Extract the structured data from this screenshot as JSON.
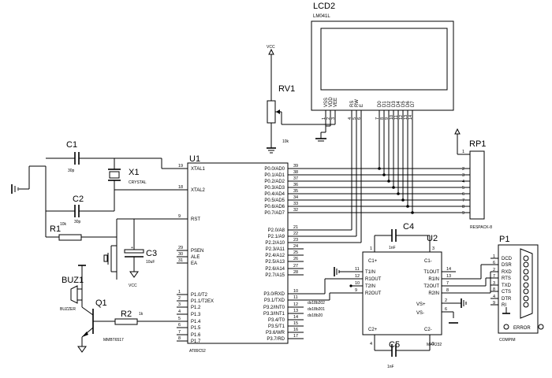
{
  "lcd": {
    "ref": "LCD2",
    "part": "LM041L",
    "pins": [
      "VSS",
      "VDD",
      "VEE",
      "RS",
      "RW",
      "E",
      "D0",
      "D1",
      "D2",
      "D3",
      "D4",
      "D5",
      "D6",
      "D7"
    ],
    "nums": [
      "1",
      "2",
      "3",
      "4",
      "5",
      "6",
      "7",
      "8",
      "9",
      "10",
      "11",
      "12",
      "13",
      "14"
    ]
  },
  "rv1": {
    "ref": "RV1",
    "vcc": "VCC",
    "value": "10k"
  },
  "xtal": {
    "c1": "C1",
    "c1v": "30p",
    "c2": "C2",
    "c2v": "30p",
    "x1": "X1",
    "x1v": "CRYSTAL"
  },
  "reset": {
    "r1": "R1",
    "r1v": "10k",
    "c3": "C3",
    "c3v": "10uF",
    "vcc": "VCC"
  },
  "buzzer": {
    "buz": "BUZ1",
    "buzv": "BUZZER",
    "q1": "Q1",
    "q1v": "MMBT6517",
    "r2": "R2",
    "r2v": "1k"
  },
  "u1": {
    "ref": "U1",
    "part": "AT89C52",
    "left": [
      {
        "name": "XTAL1",
        "num": "19"
      },
      {
        "name": "XTAL2",
        "num": "18"
      },
      {
        "name": "RST",
        "num": "9"
      },
      {
        "name": "PSEN",
        "num": "29"
      },
      {
        "name": "ALE",
        "num": "30"
      },
      {
        "name": "EA",
        "num": "31"
      },
      {
        "name": "P1.0/T2",
        "num": "1"
      },
      {
        "name": "P1.1/T2EX",
        "num": "2"
      },
      {
        "name": "P1.2",
        "num": "3"
      },
      {
        "name": "P1.3",
        "num": "4"
      },
      {
        "name": "P1.4",
        "num": "5"
      },
      {
        "name": "P1.5",
        "num": "6"
      },
      {
        "name": "P1.6",
        "num": "7"
      },
      {
        "name": "P1.7",
        "num": "8"
      }
    ],
    "right": [
      {
        "name": "P0.0/AD0",
        "num": "39"
      },
      {
        "name": "P0.1/AD1",
        "num": "38"
      },
      {
        "name": "P0.2/AD2",
        "num": "37"
      },
      {
        "name": "P0.3/AD3",
        "num": "36"
      },
      {
        "name": "P0.4/AD4",
        "num": "35"
      },
      {
        "name": "P0.5/AD5",
        "num": "34"
      },
      {
        "name": "P0.6/AD6",
        "num": "33"
      },
      {
        "name": "P0.7/AD7",
        "num": "32"
      },
      {
        "name": "P2.0/A8",
        "num": "21"
      },
      {
        "name": "P2.1/A9",
        "num": "22"
      },
      {
        "name": "P2.2/A10",
        "num": "23"
      },
      {
        "name": "P2.3/A11",
        "num": "24"
      },
      {
        "name": "P2.4/A12",
        "num": "25"
      },
      {
        "name": "P2.5/A13",
        "num": "26"
      },
      {
        "name": "P2.6/A14",
        "num": "27"
      },
      {
        "name": "P2.7/A15",
        "num": "28"
      },
      {
        "name": "P3.0/RXD",
        "num": "10"
      },
      {
        "name": "P3.1/TXD",
        "num": "11"
      },
      {
        "name": "P3.2/INT0",
        "num": "12"
      },
      {
        "name": "P3.3/INT1",
        "num": "13"
      },
      {
        "name": "P3.4/T0",
        "num": "14"
      },
      {
        "name": "P3.5/T1",
        "num": "15"
      },
      {
        "name": "P3.6/WR",
        "num": "16"
      },
      {
        "name": "P3.7/RD",
        "num": "17"
      }
    ],
    "ds": [
      "ds18b202",
      "ds18b201",
      "ds18b20"
    ]
  },
  "rp1": {
    "ref": "RP1",
    "part": "RESPACK-8",
    "nums": [
      "1",
      "2",
      "3",
      "4",
      "5",
      "6",
      "7",
      "8",
      "9"
    ]
  },
  "u2": {
    "ref": "U2",
    "part": "MAX232",
    "c1p": "C1+",
    "c1m": "C1-",
    "c2p": "C2+",
    "c2m": "C2-",
    "vsp": "VS+",
    "vsm": "VS-",
    "left": [
      {
        "name": "T1IN",
        "num": "11"
      },
      {
        "name": "R1OUT",
        "num": "12"
      },
      {
        "name": "T2IN",
        "num": "10"
      },
      {
        "name": "R2OUT",
        "num": "9"
      }
    ],
    "right": [
      {
        "name": "T1OUT",
        "num": "14"
      },
      {
        "name": "R1IN",
        "num": "13"
      },
      {
        "name": "T2OUT",
        "num": "7"
      },
      {
        "name": "R2IN",
        "num": "8"
      }
    ],
    "pins": {
      "c1p": "1",
      "c1m": "3",
      "c2p": "4",
      "c2m": "5",
      "vsp": "2",
      "vsm": "6"
    }
  },
  "c4": {
    "ref": "C4",
    "value": "1nF"
  },
  "c5": {
    "ref": "C5",
    "value": "1nF"
  },
  "p1": {
    "ref": "P1",
    "part": "COMPIM",
    "error": "ERROR",
    "pins": [
      {
        "name": "DCD",
        "num": "1"
      },
      {
        "name": "DSR",
        "num": "6"
      },
      {
        "name": "RXD",
        "num": "2"
      },
      {
        "name": "RTS",
        "num": "7"
      },
      {
        "name": "TXD",
        "num": "3"
      },
      {
        "name": "CTS",
        "num": "8"
      },
      {
        "name": "DTR",
        "num": "4"
      },
      {
        "name": "RI",
        "num": "9"
      }
    ]
  }
}
